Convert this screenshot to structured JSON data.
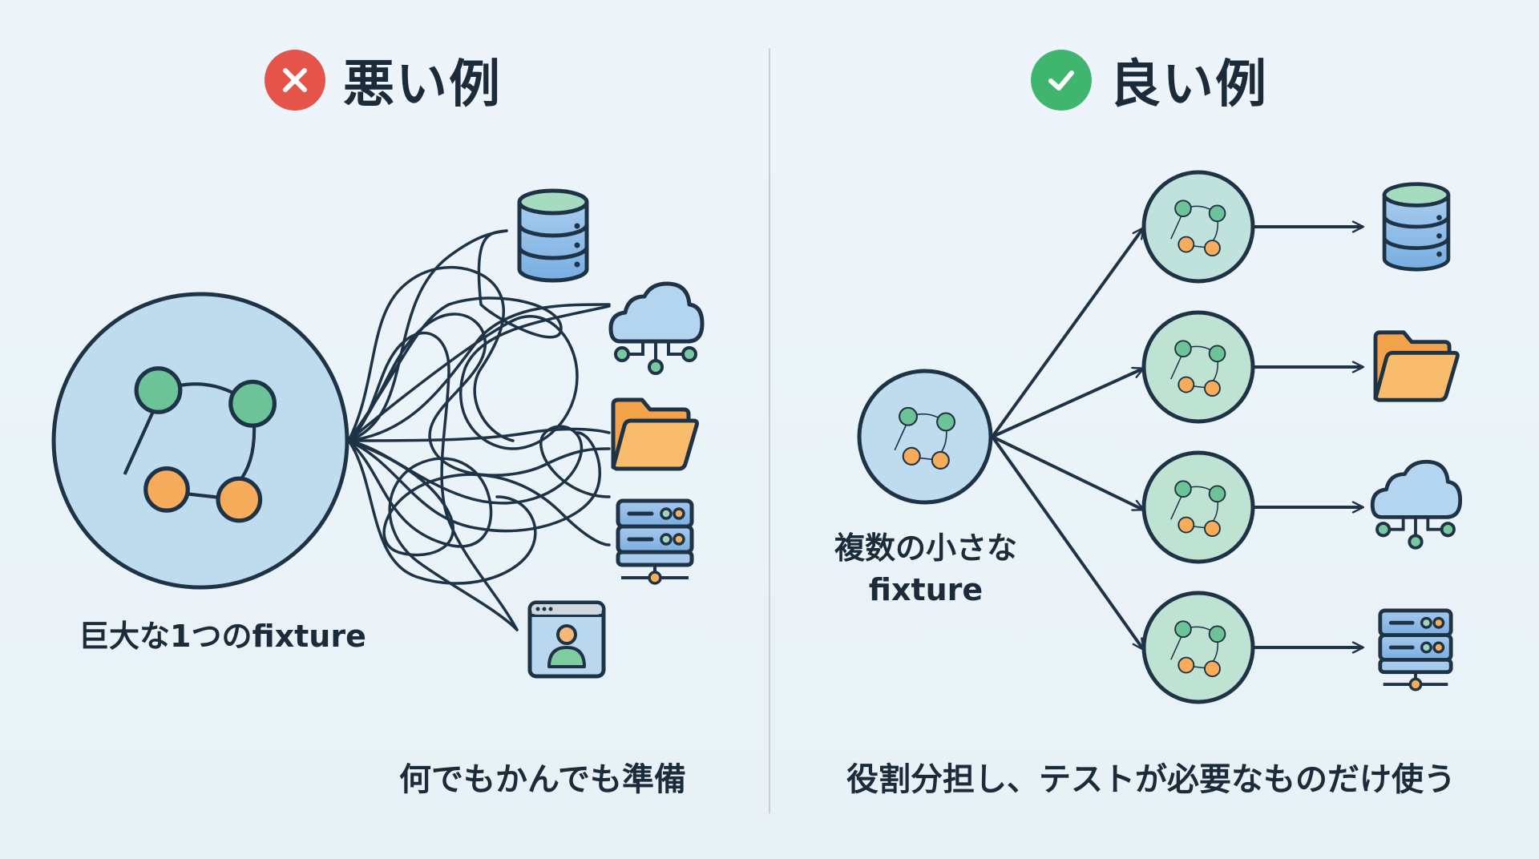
{
  "bad_example": {
    "heading": "悪い例",
    "badge_icon": "close-x-icon",
    "badge_color": "#e5544b",
    "fixture_label": "巨大な1つのfixture",
    "caption": "何でもかんでも準備",
    "resources": [
      "database-icon",
      "cloud-network-icon",
      "folder-icon",
      "server-icon",
      "browser-user-icon"
    ]
  },
  "good_example": {
    "heading": "良い例",
    "badge_icon": "check-icon",
    "badge_color": "#3fb56e",
    "fixture_label_line1": "複数の小さな",
    "fixture_label_line2": "fixture",
    "caption": "役割分担し、テストが必要なものだけ使う",
    "pairs": [
      {
        "fixture": "small-fixture-1",
        "resource": "database-icon"
      },
      {
        "fixture": "small-fixture-2",
        "resource": "folder-icon"
      },
      {
        "fixture": "small-fixture-3",
        "resource": "cloud-network-icon"
      },
      {
        "fixture": "small-fixture-4",
        "resource": "server-icon"
      }
    ]
  },
  "colors": {
    "stroke": "#1f3347",
    "fixture_fill": "#bfdcef",
    "small_fixture_fill": "#bfe3dc",
    "node_green": "#6cc398",
    "node_orange": "#f6ac5a",
    "db_blue": "#8fbbe6",
    "folder_orange": "#f7b25d",
    "cloud_blue": "#b4d5f0"
  }
}
